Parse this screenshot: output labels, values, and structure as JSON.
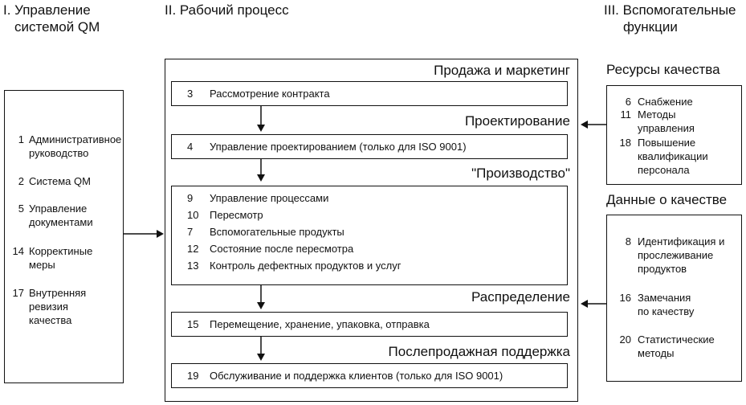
{
  "headers": {
    "left": [
      "I. Управление",
      "системой QM"
    ],
    "center": "II. Рабочий процесс",
    "right": [
      "III. Вспомогательные",
      "функции"
    ]
  },
  "left_column": {
    "items": [
      {
        "num": "1",
        "lines": [
          "Административное",
          "руководство"
        ]
      },
      {
        "num": "2",
        "lines": [
          "Система QM"
        ]
      },
      {
        "num": "5",
        "lines": [
          "Управление",
          "документами"
        ]
      },
      {
        "num": "14",
        "lines": [
          "Корректиные",
          "меры"
        ]
      },
      {
        "num": "17",
        "lines": [
          "Внутренняя",
          "ревизия",
          "качества"
        ]
      }
    ]
  },
  "process": {
    "sections": [
      {
        "title": "Продажа и маркетинг",
        "items": [
          {
            "num": "3",
            "text": "Рассмотрение контракта"
          }
        ]
      },
      {
        "title": "Проектирование",
        "items": [
          {
            "num": "4",
            "text": "Управление проектированием (только для ISO 9001)"
          }
        ]
      },
      {
        "title": "\"Производство\"",
        "items": [
          {
            "num": "9",
            "text": "Управление процессами"
          },
          {
            "num": "10",
            "text": "Пересмотр"
          },
          {
            "num": "7",
            "text": "Вспомогательные продукты"
          },
          {
            "num": "12",
            "text": "Состояние после пересмотра"
          },
          {
            "num": "13",
            "text": "Контроль дефектных продуктов и услуг"
          }
        ]
      },
      {
        "title": "Распределение",
        "items": [
          {
            "num": "15",
            "text": "Перемещение, хранение, упаковка, отправка"
          }
        ]
      },
      {
        "title": "Послепродажная поддержка",
        "items": [
          {
            "num": "19",
            "text": "Обслуживание и поддержка клиентов (только для ISO 9001)"
          }
        ]
      }
    ]
  },
  "resources": {
    "title": "Ресурсы качества",
    "items": [
      {
        "num": "6",
        "lines": [
          "Снабжение"
        ]
      },
      {
        "num": "11",
        "lines": [
          "Методы",
          "управления"
        ]
      },
      {
        "num": "18",
        "lines": [
          "Повышение",
          "квалификации",
          "персонала"
        ]
      }
    ]
  },
  "quality_data": {
    "title": "Данные о качестве",
    "items": [
      {
        "num": "8",
        "lines": [
          "Идентификация и",
          "прослеживание",
          "продуктов"
        ]
      },
      {
        "num": "16",
        "lines": [
          "Замечания",
          "по качеству"
        ]
      },
      {
        "num": "20",
        "lines": [
          "Статистические",
          "методы"
        ]
      }
    ]
  }
}
